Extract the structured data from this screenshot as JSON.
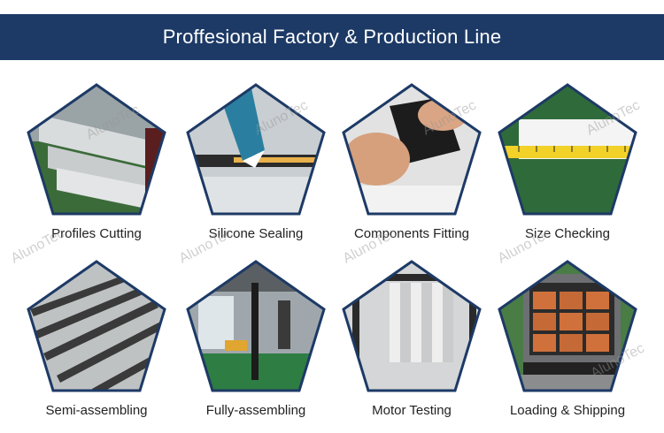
{
  "header": {
    "title": "Proffesional Factory & Production Line",
    "background": "#1d3a66"
  },
  "watermark": "AlunoTec",
  "steps": [
    {
      "label": "Profiles Cutting",
      "icon": "aluminum-profiles-photo"
    },
    {
      "label": "Silicone Sealing",
      "icon": "silicone-tube-photo"
    },
    {
      "label": "Components Fitting",
      "icon": "hands-fitting-photo"
    },
    {
      "label": "Size Checking",
      "icon": "tape-measure-photo"
    },
    {
      "label": "Semi-assembling",
      "icon": "rails-photo"
    },
    {
      "label": "Fully-assembling",
      "icon": "workshop-photo"
    },
    {
      "label": "Motor Testing",
      "icon": "pleated-blind-photo"
    },
    {
      "label": "Loading & Shipping",
      "icon": "container-truck-photo"
    }
  ]
}
